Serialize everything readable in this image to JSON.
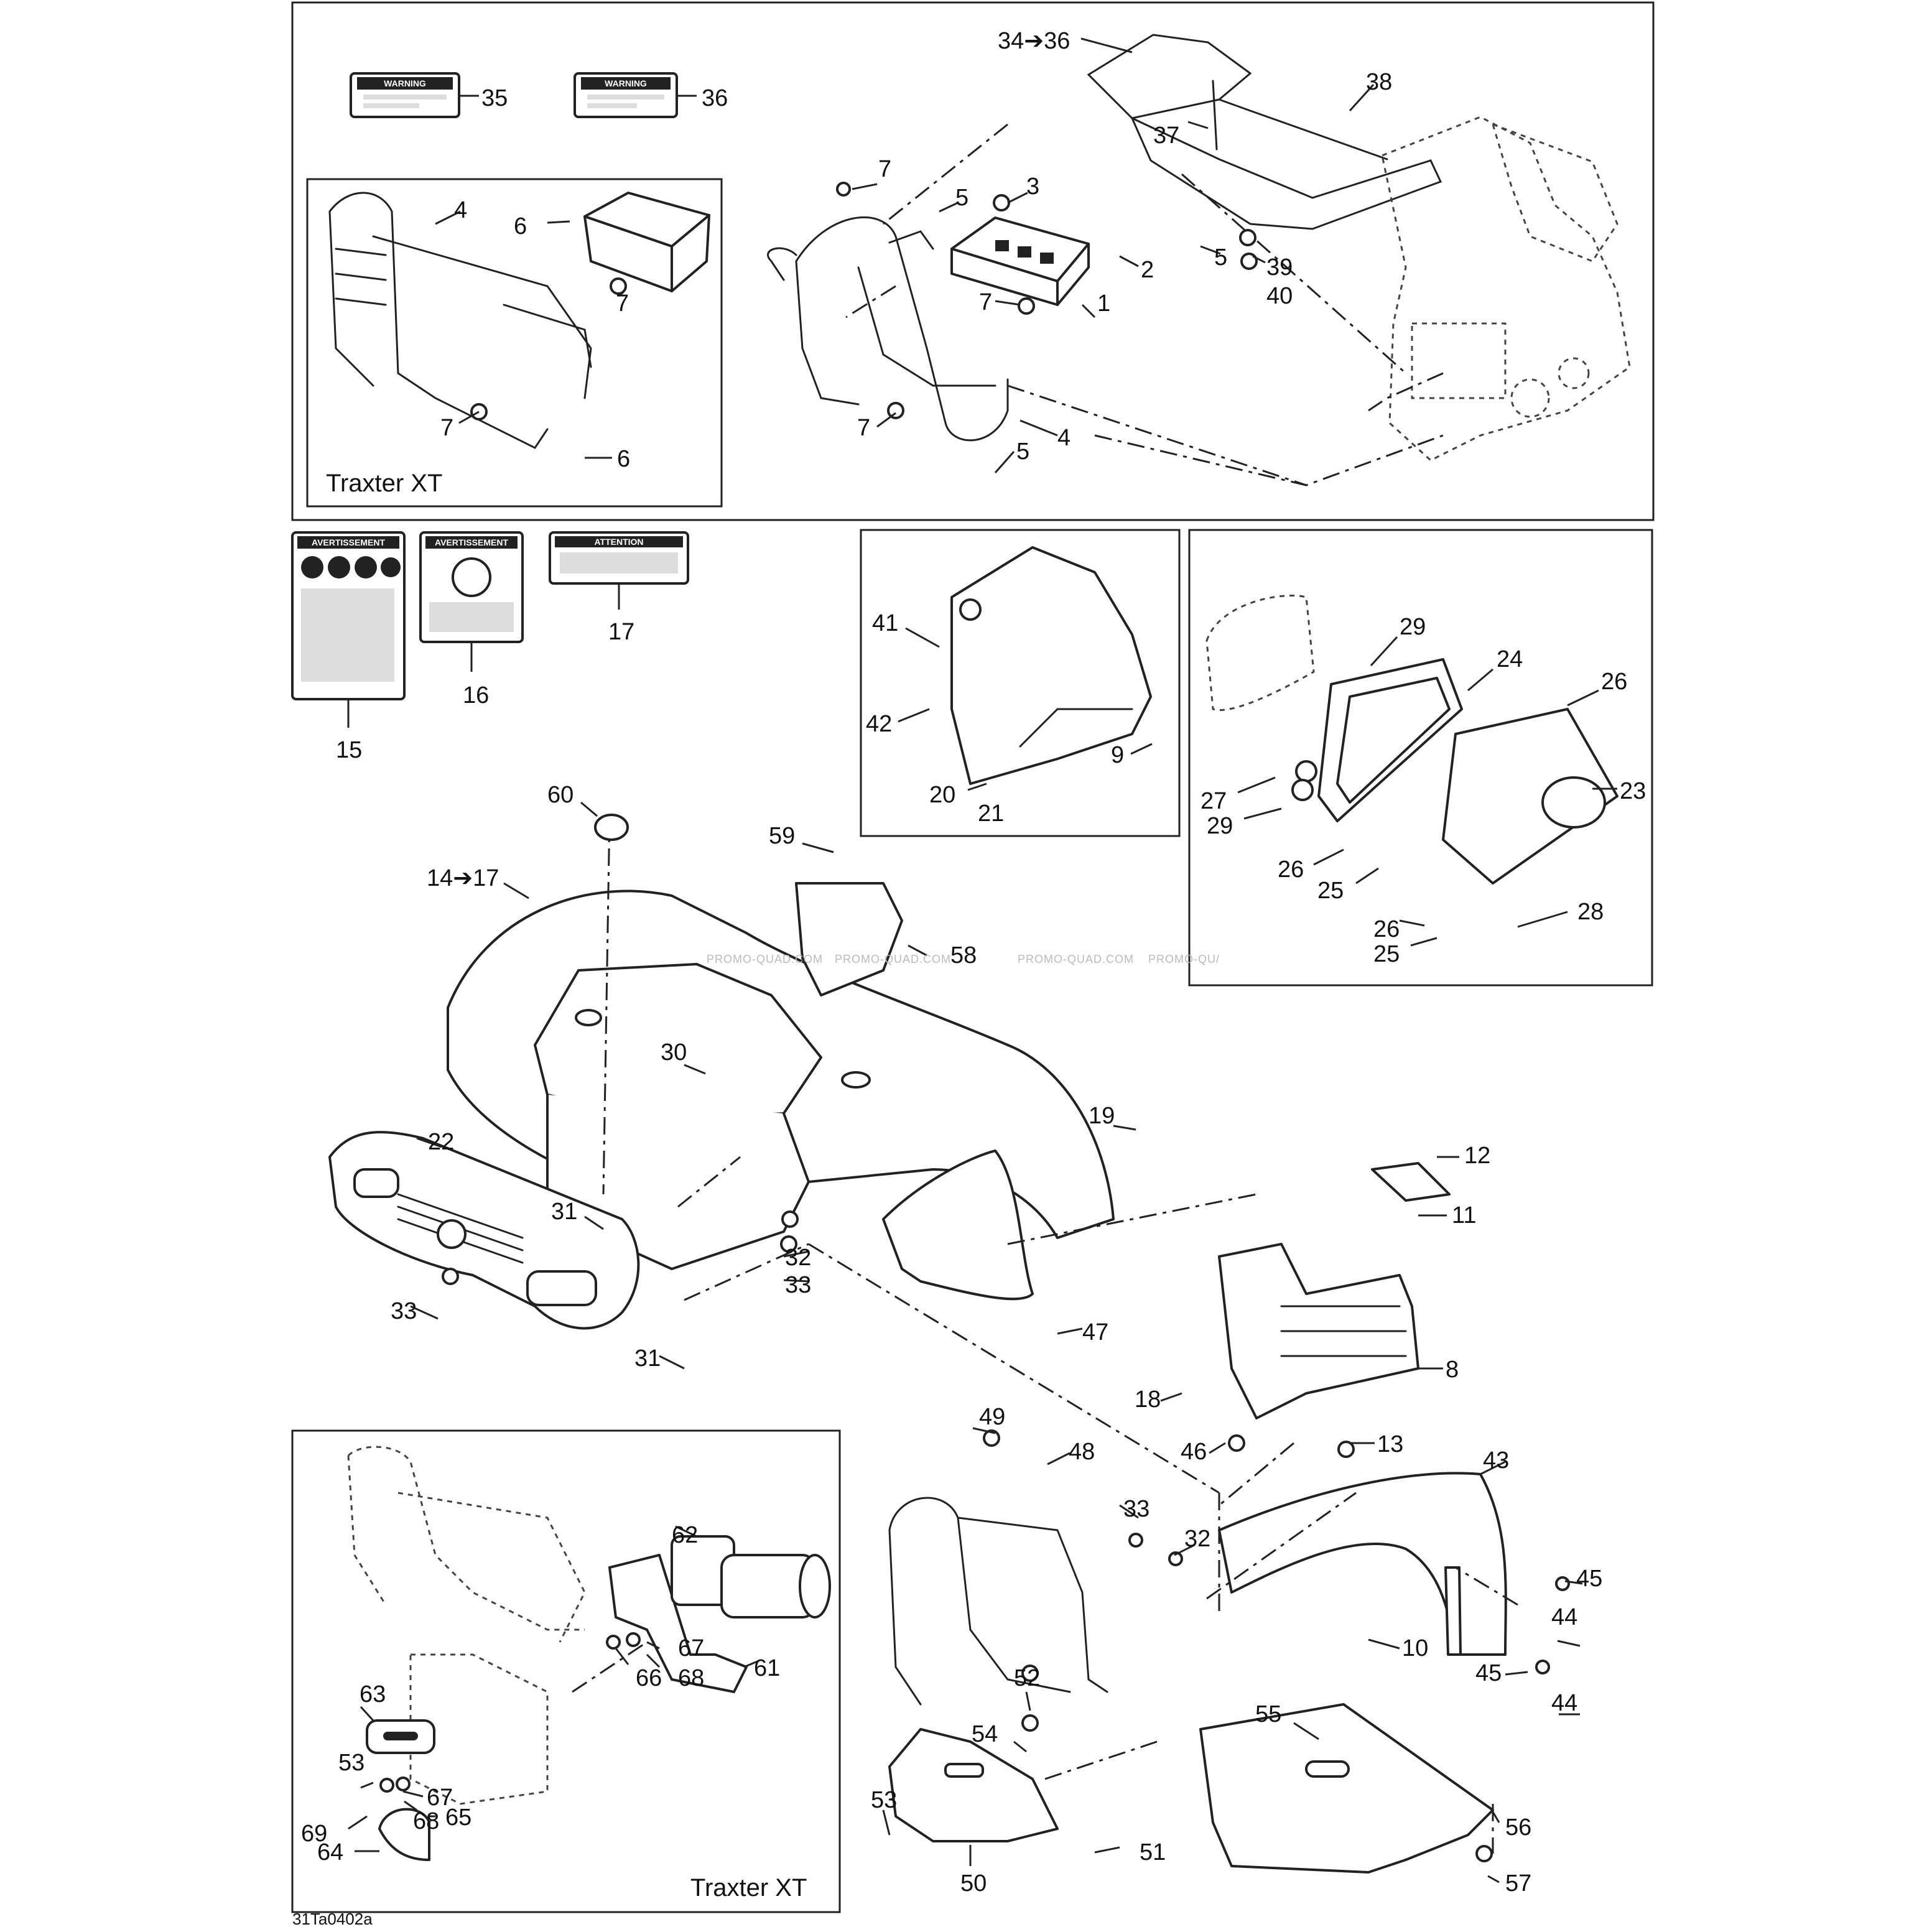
{
  "drawing_number": "31Ta0402a",
  "inset_labels": {
    "front_rack_inset": "Traxter XT",
    "winch_inset": "Traxter XT"
  },
  "decals": {
    "d35": "WARNING",
    "d36": "WARNING",
    "d15": "AVERTISSEMENT",
    "d16": "AVERTISSEMENT",
    "d17": "ATTENTION"
  },
  "watermarks": [
    "PROMO-QUAD.COM",
    "PROMO-QUAD.COM",
    "PROMO-QUAD.COM",
    "PROMO-QU/"
  ],
  "callouts": [
    {
      "id": "c34",
      "text": "34➔36"
    },
    {
      "id": "c35",
      "text": "35"
    },
    {
      "id": "c36",
      "text": "36"
    },
    {
      "id": "c38",
      "text": "38"
    },
    {
      "id": "c37",
      "text": "37"
    },
    {
      "id": "c7a",
      "text": "7"
    },
    {
      "id": "c5a",
      "text": "5"
    },
    {
      "id": "c3",
      "text": "3"
    },
    {
      "id": "c2",
      "text": "2"
    },
    {
      "id": "c5b",
      "text": "5"
    },
    {
      "id": "c39",
      "text": "39"
    },
    {
      "id": "c40",
      "text": "40"
    },
    {
      "id": "c1",
      "text": "1"
    },
    {
      "id": "c7b",
      "text": "7"
    },
    {
      "id": "c4a",
      "text": "4"
    },
    {
      "id": "c7c",
      "text": "7"
    },
    {
      "id": "c5c",
      "text": "5"
    },
    {
      "id": "c4b",
      "text": "4"
    },
    {
      "id": "c6a",
      "text": "6"
    },
    {
      "id": "c7d",
      "text": "7"
    },
    {
      "id": "c7e",
      "text": "7"
    },
    {
      "id": "c6b",
      "text": "6"
    },
    {
      "id": "c15",
      "text": "15"
    },
    {
      "id": "c16",
      "text": "16"
    },
    {
      "id": "c17",
      "text": "17"
    },
    {
      "id": "c41",
      "text": "41"
    },
    {
      "id": "c42",
      "text": "42"
    },
    {
      "id": "c9",
      "text": "9"
    },
    {
      "id": "c20",
      "text": "20"
    },
    {
      "id": "c21",
      "text": "21"
    },
    {
      "id": "c29a",
      "text": "29"
    },
    {
      "id": "c24",
      "text": "24"
    },
    {
      "id": "c26a",
      "text": "26"
    },
    {
      "id": "c23",
      "text": "23"
    },
    {
      "id": "c27",
      "text": "27"
    },
    {
      "id": "c29b",
      "text": "29"
    },
    {
      "id": "c26b",
      "text": "26"
    },
    {
      "id": "c25a",
      "text": "25"
    },
    {
      "id": "c26c",
      "text": "26"
    },
    {
      "id": "c25b",
      "text": "25"
    },
    {
      "id": "c28",
      "text": "28"
    },
    {
      "id": "c60",
      "text": "60"
    },
    {
      "id": "c59",
      "text": "59"
    },
    {
      "id": "c14",
      "text": "14➔17"
    },
    {
      "id": "c58",
      "text": "58"
    },
    {
      "id": "c30",
      "text": "30"
    },
    {
      "id": "c19",
      "text": "19"
    },
    {
      "id": "c12",
      "text": "12"
    },
    {
      "id": "c11",
      "text": "11"
    },
    {
      "id": "c22",
      "text": "22"
    },
    {
      "id": "c31a",
      "text": "31"
    },
    {
      "id": "c32a",
      "text": "32"
    },
    {
      "id": "c33a",
      "text": "33"
    },
    {
      "id": "c33b",
      "text": "33"
    },
    {
      "id": "c31b",
      "text": "31"
    },
    {
      "id": "c47",
      "text": "47"
    },
    {
      "id": "c8",
      "text": "8"
    },
    {
      "id": "c18",
      "text": "18"
    },
    {
      "id": "c49",
      "text": "49"
    },
    {
      "id": "c48",
      "text": "48"
    },
    {
      "id": "c46",
      "text": "46"
    },
    {
      "id": "c13",
      "text": "13"
    },
    {
      "id": "c43",
      "text": "43"
    },
    {
      "id": "c33c",
      "text": "33"
    },
    {
      "id": "c32b",
      "text": "32"
    },
    {
      "id": "c45a",
      "text": "45"
    },
    {
      "id": "c44a",
      "text": "44"
    },
    {
      "id": "c10",
      "text": "10"
    },
    {
      "id": "c45b",
      "text": "45"
    },
    {
      "id": "c44b",
      "text": "44"
    },
    {
      "id": "c55",
      "text": "55"
    },
    {
      "id": "c56",
      "text": "56"
    },
    {
      "id": "c57",
      "text": "57"
    },
    {
      "id": "c52",
      "text": "52"
    },
    {
      "id": "c54",
      "text": "54"
    },
    {
      "id": "c53a",
      "text": "53"
    },
    {
      "id": "c50",
      "text": "50"
    },
    {
      "id": "c51",
      "text": "51"
    },
    {
      "id": "c62",
      "text": "62"
    },
    {
      "id": "c61",
      "text": "61"
    },
    {
      "id": "c67a",
      "text": "67"
    },
    {
      "id": "c68a",
      "text": "68"
    },
    {
      "id": "c66",
      "text": "66"
    },
    {
      "id": "c63",
      "text": "63"
    },
    {
      "id": "c53b",
      "text": "53"
    },
    {
      "id": "c67b",
      "text": "67"
    },
    {
      "id": "c68b",
      "text": "68"
    },
    {
      "id": "c69",
      "text": "69"
    },
    {
      "id": "c65",
      "text": "65"
    },
    {
      "id": "c64",
      "text": "64"
    }
  ]
}
